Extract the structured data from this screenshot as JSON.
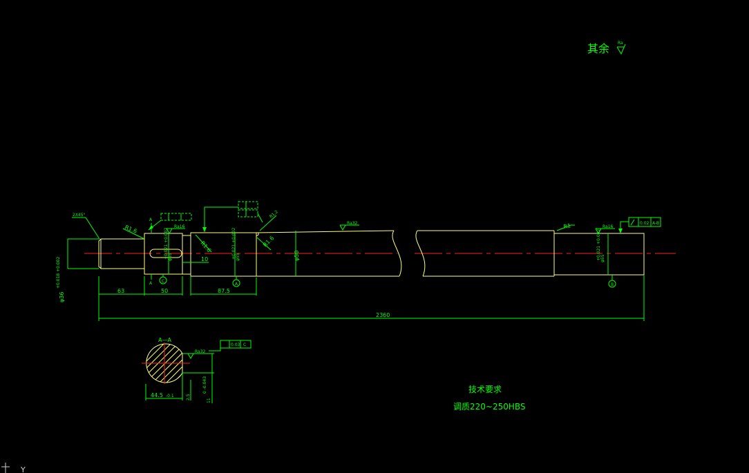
{
  "header_note": {
    "text": "其余",
    "symbol_label": "Ra"
  },
  "dims": {
    "chamfer": "2X45°",
    "d_left": "φ36",
    "d_left_tol": "+0.018 +0.002",
    "d_bearing1": "φ55",
    "d_bearing1_tol": "+0.021 +0.002",
    "d_collar": "φ55",
    "d_collar_tol": "+0.021 +0.002",
    "d_mid": "φ50",
    "d_right": "φ55",
    "d_right_tol": "+0.021 +0.002",
    "len_63": "63",
    "len_50": "50",
    "len_87": "87.5",
    "len_10": "10",
    "len_total": "2360",
    "r1": "R1.6",
    "r2": "R1.6",
    "r3": "R1.6",
    "r4": "R1",
    "r5": "R1.2",
    "ra_a": "Ra16",
    "ra_b": "Ra32",
    "ra_c": "Ra16",
    "ra_sec": "Ra32",
    "tol_frame_right": "A-B",
    "tol_frame_right_val": "0.02",
    "tol_frame_sec": "C",
    "tol_frame_sec_val": "0.03",
    "datum_a": "A",
    "datum_b": "A",
    "datum_c": "C",
    "datum_d": "A",
    "datum_e": "B",
    "section_label": "A—A",
    "sec_dim_w": "44.5",
    "sec_dim_w_tol": "-0.1",
    "sec_dim_key": "11",
    "sec_dim_key_tol": "0 -0.043",
    "sec_dim_r": "2.5"
  },
  "tech_req": {
    "title": "技术要求",
    "item": "调质220~250HBS"
  },
  "ucs": {
    "y_label": "Y"
  }
}
